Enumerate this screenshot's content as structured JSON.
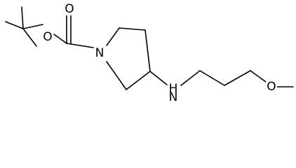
{
  "molecule": {
    "atoms": {
      "carbonyl_oxygen": "O",
      "ester_oxygen": "O",
      "ring_nitrogen": "N",
      "amine_nitrogen": "N",
      "amine_hydrogen": "H",
      "ether_oxygen": "O"
    }
  }
}
